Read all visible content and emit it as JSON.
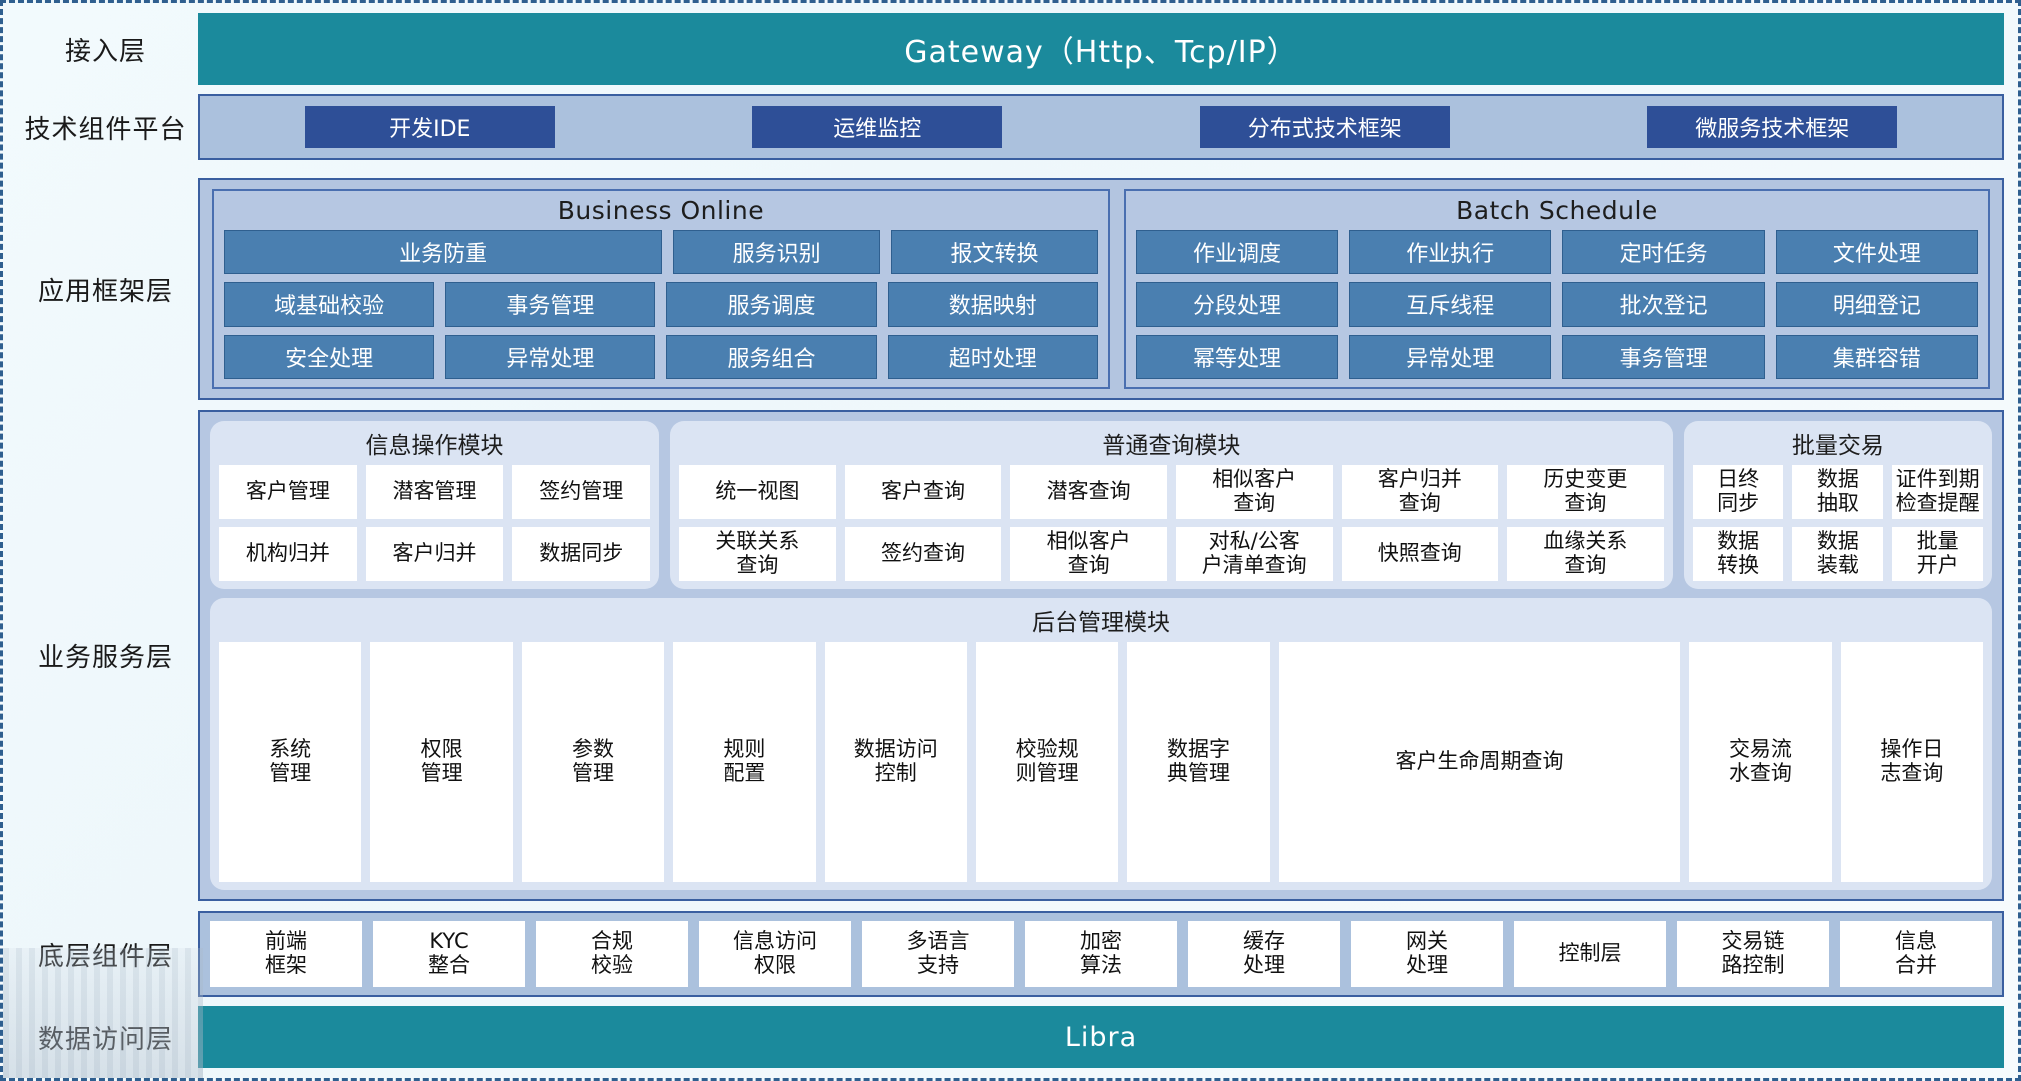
{
  "colors": {
    "teal": "#1b8a9c",
    "dark_blue_chip": "#2e4f97",
    "mid_blue_chip": "#4a7fb0",
    "band_blue": "#abc1dd",
    "module_bg": "#dbe4f3",
    "border_blue": "#3a5fa0"
  },
  "layers": {
    "access": {
      "label": "接入层",
      "bar": "Gateway（Http、Tcp/IP）"
    },
    "tech": {
      "label": "技术组件平台",
      "chips": [
        "开发IDE",
        "运维监控",
        "分布式技术框架",
        "微服务技术框架"
      ]
    },
    "app_framework": {
      "label": "应用框架层",
      "groups": [
        {
          "title": "Business Online",
          "rows": [
            [
              {
                "label": "业务防重",
                "span": 2
              },
              {
                "label": "服务识别",
                "span": 1
              },
              {
                "label": "报文转换",
                "span": 1
              }
            ],
            [
              {
                "label": "域基础校验",
                "span": 1
              },
              {
                "label": "事务管理",
                "span": 1
              },
              {
                "label": "服务调度",
                "span": 1
              },
              {
                "label": "数据映射",
                "span": 1
              }
            ],
            [
              {
                "label": "安全处理",
                "span": 1
              },
              {
                "label": "异常处理",
                "span": 1
              },
              {
                "label": "服务组合",
                "span": 1
              },
              {
                "label": "超时处理",
                "span": 1
              }
            ]
          ]
        },
        {
          "title": "Batch Schedule",
          "rows": [
            [
              {
                "label": "作业调度",
                "span": 1
              },
              {
                "label": "作业执行",
                "span": 1
              },
              {
                "label": "定时任务",
                "span": 1
              },
              {
                "label": "文件处理",
                "span": 1
              }
            ],
            [
              {
                "label": "分段处理",
                "span": 1
              },
              {
                "label": "互斥线程",
                "span": 1
              },
              {
                "label": "批次登记",
                "span": 1
              },
              {
                "label": "明细登记",
                "span": 1
              }
            ],
            [
              {
                "label": "幂等处理",
                "span": 1
              },
              {
                "label": "异常处理",
                "span": 1
              },
              {
                "label": "事务管理",
                "span": 1
              },
              {
                "label": "集群容错",
                "span": 1
              }
            ]
          ]
        }
      ]
    },
    "business_service": {
      "label": "业务服务层",
      "modules_top": [
        {
          "title": "信息操作模块",
          "rows": [
            [
              "客户管理",
              "潜客管理",
              "签约管理"
            ],
            [
              "机构归并",
              "客户归并",
              "数据同步"
            ]
          ]
        },
        {
          "title": "普通查询模块",
          "rows": [
            [
              "统一视图",
              "客户查询",
              "潜客查询",
              "相似客户\n查询",
              "客户归并\n查询",
              "历史变更\n查询"
            ],
            [
              "关联关系\n查询",
              "签约查询",
              "相似客户\n查询",
              "对私/公客\n户清单查询",
              "快照查询",
              "血缘关系\n查询"
            ]
          ]
        },
        {
          "title": "批量交易",
          "rows": [
            [
              "日终\n同步",
              "数据\n抽取",
              "证件到期\n检查提醒"
            ],
            [
              "数据\n转换",
              "数据\n装载",
              "批量\n开户"
            ]
          ]
        }
      ],
      "module_admin": {
        "title": "后台管理模块",
        "items": [
          {
            "label": "系统\n管理",
            "span": 1
          },
          {
            "label": "权限\n管理",
            "span": 1
          },
          {
            "label": "参数\n管理",
            "span": 1
          },
          {
            "label": "规则\n配置",
            "span": 1
          },
          {
            "label": "数据访问\n控制",
            "span": 1
          },
          {
            "label": "校验规\n则管理",
            "span": 1
          },
          {
            "label": "数据字\n典管理",
            "span": 1
          },
          {
            "label": "客户生命周期查询",
            "span": 2.9
          },
          {
            "label": "交易流\n水查询",
            "span": 1
          },
          {
            "label": "操作日\n志查询",
            "span": 1
          }
        ]
      }
    },
    "base_component": {
      "label": "底层组件层",
      "items": [
        {
          "label": "前端\n框架",
          "span": 1
        },
        {
          "label": "KYC\n整合",
          "span": 1
        },
        {
          "label": "合规\n校验",
          "span": 1
        },
        {
          "label": "信息访问\n权限",
          "span": 1
        },
        {
          "label": "多语言\n支持",
          "span": 1
        },
        {
          "label": "加密\n算法",
          "span": 1
        },
        {
          "label": "缓存\n处理",
          "span": 1
        },
        {
          "label": "网关\n处理",
          "span": 1
        },
        {
          "label": "控制层",
          "span": 1
        },
        {
          "label": "交易链\n路控制",
          "span": 1
        },
        {
          "label": "信息\n合并",
          "span": 1
        }
      ]
    },
    "data_access": {
      "label": "数据访问层",
      "bar": "Libra"
    }
  }
}
